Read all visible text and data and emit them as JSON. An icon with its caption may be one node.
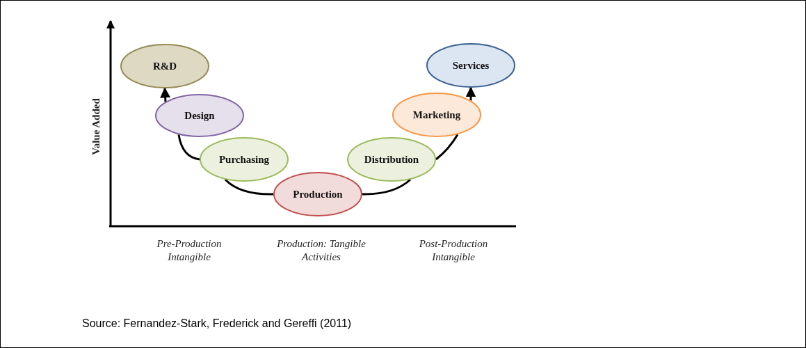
{
  "diagram": {
    "nodes": [
      {
        "text": [
          "R&D"
        ]
      },
      {
        "text": [
          "Design"
        ]
      },
      {
        "text": [
          "Purchasing"
        ]
      },
      {
        "text": [
          "Production"
        ]
      },
      {
        "text": [
          "Distribution"
        ]
      },
      {
        "text": [
          "Marketing"
        ]
      },
      {
        "text": [
          "Services"
        ]
      }
    ],
    "edges": [
      {
        "from": 1,
        "to": 0,
        "arrow": "to"
      },
      {
        "from": 1,
        "to": 2,
        "arrow": "none"
      },
      {
        "from": 2,
        "to": 3,
        "arrow": "none"
      },
      {
        "from": 3,
        "to": 4,
        "arrow": "none"
      },
      {
        "from": 4,
        "to": 5,
        "arrow": "none"
      },
      {
        "from": 5,
        "to": 6,
        "arrow": "to"
      }
    ],
    "labels": [
      "Value Added",
      "Pre-Production Intangible",
      "Production: Tangible Activities",
      "Post-Production Intangible",
      "Source: Fernandez-Stark, Frederick and Gereffi (2011)"
    ]
  }
}
